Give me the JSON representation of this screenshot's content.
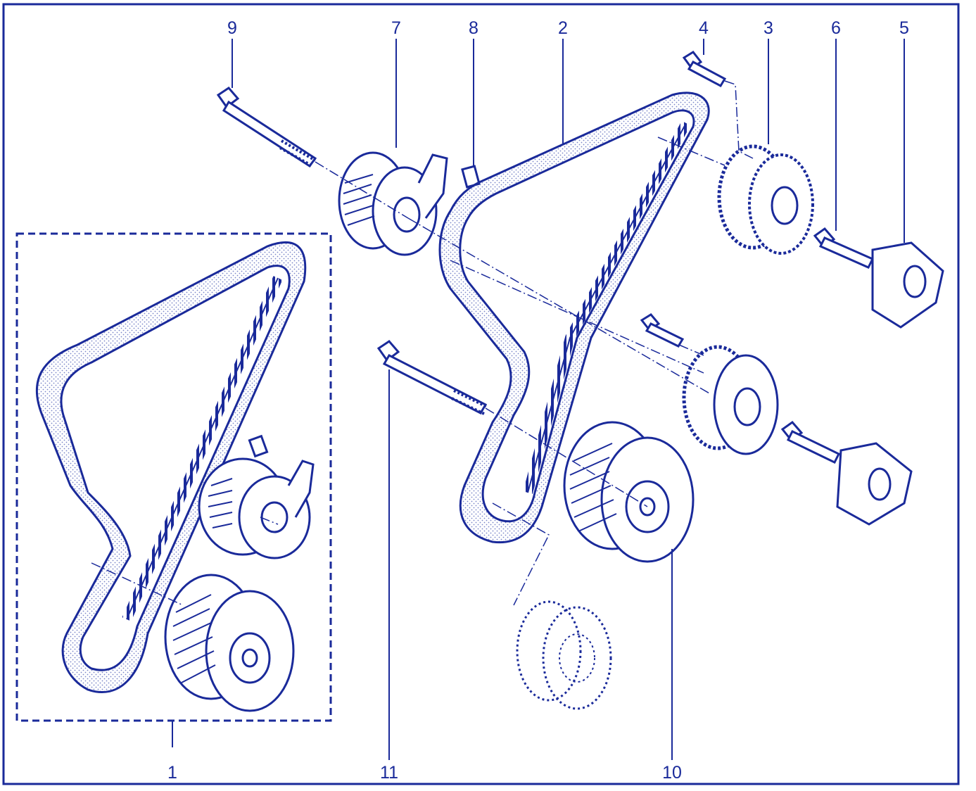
{
  "colors": {
    "ink": "#1a2a9a",
    "background": "#ffffff",
    "dots": "#7a86c8"
  },
  "callouts": {
    "c1": "1",
    "c2": "2",
    "c3": "3",
    "c4": "4",
    "c5": "5",
    "c6": "6",
    "c7": "7",
    "c8": "8",
    "c9": "9",
    "c10": "10",
    "c11": "11"
  }
}
